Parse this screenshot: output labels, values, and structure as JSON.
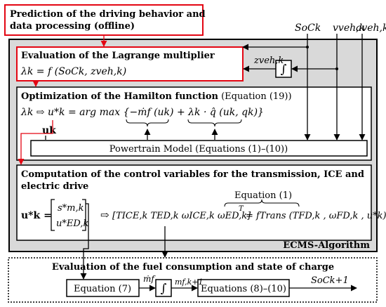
{
  "boxes": {
    "prediction": {
      "line1": "Prediction of the driving behavior and",
      "line2": "data processing (offline)"
    },
    "lagrange": {
      "title": "Evaluation of the Lagrange multiplier",
      "formula": "λk = f (SoCk, zveh,k)"
    },
    "hamilton": {
      "title_bold": "Optimization of the Hamilton function",
      "title_normal": " (Equation (19))",
      "formula": "λk ⇨ u*k = arg max {−ṁf (uk) + λk · q̂ (uk, qk)}",
      "uk_label": "uk"
    },
    "powertrain": {
      "label": "Powertrain Model (Equations (1)–(10))"
    },
    "computation": {
      "line1": "Computation of the control variables for the transmission, ICE and",
      "line2": "electric drive",
      "equation_label": "Equation (1)",
      "lhs": "u*k =",
      "vec_top": "s*m,k",
      "vec_bot": "u*ED,k",
      "arrow": "⇨",
      "torques": "[TICE,k  TED,k  ωICE,k  ωED,k]",
      "transpose": "T",
      "rhs": "= fTrans (TFD,k , ωFD,k , u*k)"
    },
    "ecms": {
      "label": "ECMS-Algorithm"
    },
    "evaluation": {
      "title": "Evaluation of the fuel consumption and state of charge",
      "eq7": "Equation (7)",
      "eq810": "Equations (8)–(10)",
      "integral": "∫"
    }
  },
  "signals": {
    "soc": "SoCk",
    "vveh": "vveh,k",
    "aveh": "aveh,k",
    "zveh": "zveh,k",
    "mf": "ṁf",
    "mf_next": "mf,k+1",
    "soc_next": "SoCk+1",
    "integral": "∫"
  },
  "colors": {
    "highlight": "#e30613",
    "ecms_fill": "#d9d9d9",
    "line": "#000000"
  }
}
